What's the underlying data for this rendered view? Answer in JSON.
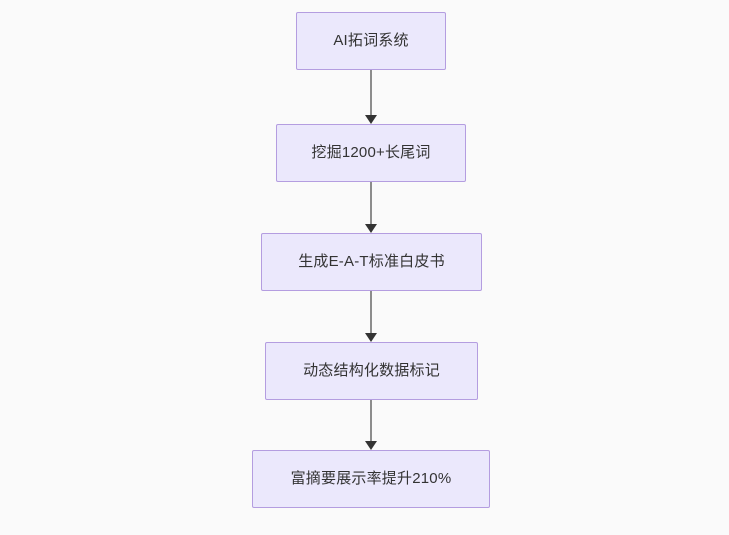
{
  "diagram": {
    "type": "flowchart",
    "orientation": "top-to-bottom",
    "background_color": "#fafafa",
    "node_fill_color": "#ebe8fc",
    "node_border_color": "#b49de0",
    "node_text_color": "#333333",
    "connector_line_color": "#8c8c8c",
    "connector_arrow_color": "#333333",
    "nodes": [
      {
        "id": "n1",
        "label": "AI拓词系统"
      },
      {
        "id": "n2",
        "label": "挖掘1200+长尾词"
      },
      {
        "id": "n3",
        "label": "生成E-A-T标准白皮书"
      },
      {
        "id": "n4",
        "label": "动态结构化数据标记"
      },
      {
        "id": "n5",
        "label": "富摘要展示率提升210%"
      }
    ],
    "edges": [
      {
        "from": "n1",
        "to": "n2"
      },
      {
        "from": "n2",
        "to": "n3"
      },
      {
        "from": "n3",
        "to": "n4"
      },
      {
        "from": "n4",
        "to": "n5"
      }
    ]
  }
}
